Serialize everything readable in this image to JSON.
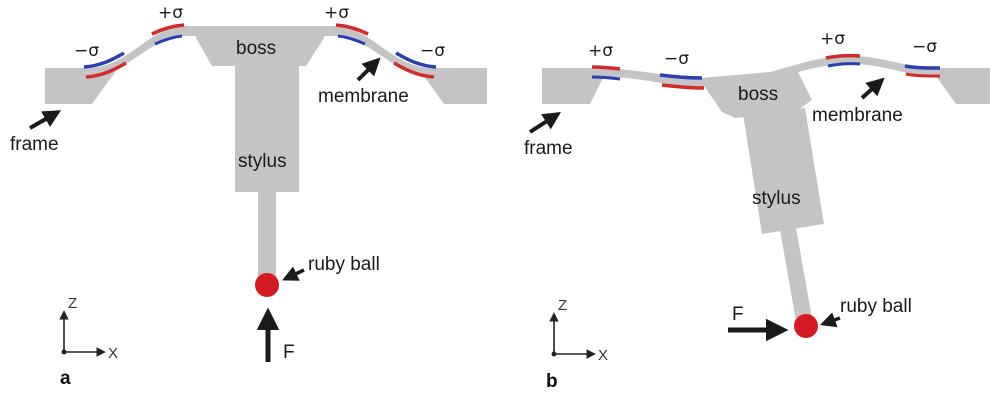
{
  "colors": {
    "body_gray": "#c4c4c4",
    "tension_red": "#d42a2a",
    "compression_blue": "#2a3fb0",
    "ruby": "#d41a22",
    "arrow": "#1a1a1a"
  },
  "panel_a": {
    "letter": "a",
    "labels": {
      "boss": "boss",
      "stylus": "stylus",
      "membrane": "membrane",
      "frame": "frame",
      "ruby_ball": "ruby ball",
      "force": "F"
    },
    "stress": {
      "neg_left": "−σ",
      "pos_left": "+σ",
      "pos_right": "+σ",
      "neg_right": "−σ"
    },
    "axes": {
      "vertical": "Z",
      "horizontal": "X"
    }
  },
  "panel_b": {
    "letter": "b",
    "labels": {
      "boss": "boss",
      "stylus": "stylus",
      "membrane": "membrane",
      "frame": "frame",
      "ruby_ball": "ruby ball",
      "force": "F"
    },
    "stress": {
      "pos_left": "+σ",
      "neg_left": "−σ",
      "pos_right": "+σ",
      "neg_right": "−σ"
    },
    "axes": {
      "vertical": "Z",
      "horizontal": "X"
    }
  }
}
